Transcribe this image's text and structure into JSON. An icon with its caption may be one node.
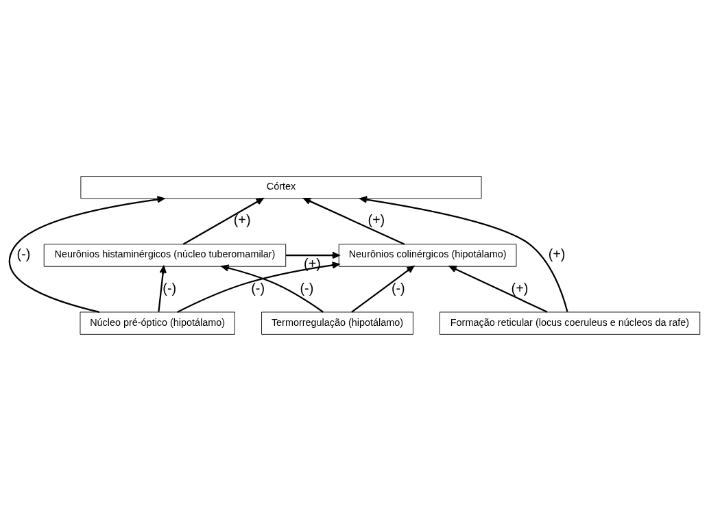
{
  "diagram": {
    "nodes": [
      {
        "text": [
          "Córtex"
        ]
      },
      {
        "text": [
          "Núcleo pré-óptico (hipotálamo)"
        ]
      },
      {
        "text": [
          "Termorregulação (hipotálamo)"
        ]
      },
      {
        "text": [
          "Neurônios colinérgicos (hipotálamo)"
        ]
      },
      {
        "text": [
          "Neurônios histaminérgicos (núcleo tuberomamilar)"
        ]
      },
      {
        "text": [
          "Formação reticular (locus coeruleus e núcleos da rafe)"
        ]
      }
    ],
    "edges": [
      {
        "from": 3,
        "to": 0,
        "arrow": "to",
        "label": "(+)"
      },
      {
        "from": 1,
        "to": 0,
        "arrow": "to",
        "label": "(-)"
      },
      {
        "from": 4,
        "to": 0,
        "arrow": "to",
        "label": "(+)"
      },
      {
        "from": 1,
        "to": 3,
        "arrow": "to",
        "label": "(-)"
      },
      {
        "from": 1,
        "to": 4,
        "arrow": "to",
        "label": "(-)"
      },
      {
        "from": 2,
        "to": 3,
        "arrow": "to",
        "label": "(-)"
      },
      {
        "from": 2,
        "to": 4,
        "arrow": "to",
        "label": "(-)"
      },
      {
        "from": 4,
        "to": 3,
        "arrow": "to",
        "label": "(+)"
      },
      {
        "from": 5,
        "to": 3,
        "arrow": "to",
        "label": "(+)"
      },
      {
        "from": 5,
        "to": 0,
        "arrow": "to",
        "label": "(+)"
      }
    ]
  }
}
